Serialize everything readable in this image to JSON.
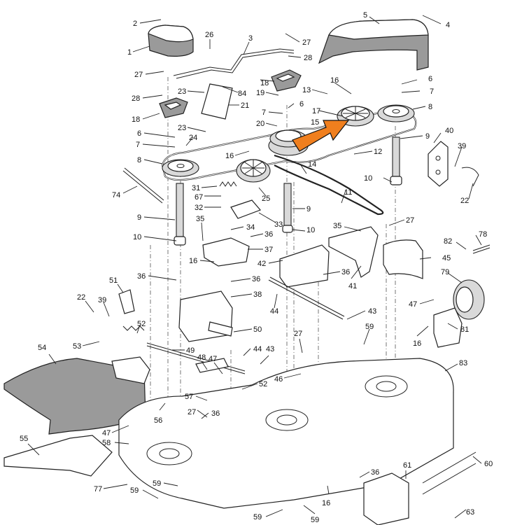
{
  "diagram": {
    "callouts": [
      {
        "id": "c2",
        "text": "2"
      },
      {
        "id": "c1",
        "text": "1"
      },
      {
        "id": "c26",
        "text": "26"
      },
      {
        "id": "c3",
        "text": "3"
      },
      {
        "id": "c27a",
        "text": "27"
      },
      {
        "id": "c28a",
        "text": "28"
      },
      {
        "id": "c5",
        "text": "5"
      },
      {
        "id": "c4",
        "text": "4"
      },
      {
        "id": "c27b",
        "text": "27"
      },
      {
        "id": "c28b",
        "text": "28"
      },
      {
        "id": "c18a",
        "text": "18"
      },
      {
        "id": "c23a",
        "text": "23"
      },
      {
        "id": "c84",
        "text": "84"
      },
      {
        "id": "c21",
        "text": "21"
      },
      {
        "id": "c18b",
        "text": "18"
      },
      {
        "id": "c19",
        "text": "19"
      },
      {
        "id": "c13",
        "text": "13"
      },
      {
        "id": "c16a",
        "text": "16"
      },
      {
        "id": "c6a",
        "text": "6"
      },
      {
        "id": "c7a",
        "text": "7"
      },
      {
        "id": "c8a",
        "text": "8"
      },
      {
        "id": "c17",
        "text": "17"
      },
      {
        "id": "c15",
        "text": "15"
      },
      {
        "id": "c7b",
        "text": "7"
      },
      {
        "id": "c6b",
        "text": "6"
      },
      {
        "id": "c20",
        "text": "20"
      },
      {
        "id": "c23b",
        "text": "23"
      },
      {
        "id": "c6c",
        "text": "6"
      },
      {
        "id": "c24",
        "text": "24"
      },
      {
        "id": "c7c",
        "text": "7"
      },
      {
        "id": "c9a",
        "text": "9"
      },
      {
        "id": "c40",
        "text": "40"
      },
      {
        "id": "c39a",
        "text": "39"
      },
      {
        "id": "c8b",
        "text": "8"
      },
      {
        "id": "c16b",
        "text": "16"
      },
      {
        "id": "c12",
        "text": "12"
      },
      {
        "id": "c14",
        "text": "14"
      },
      {
        "id": "c10a",
        "text": "10"
      },
      {
        "id": "c74",
        "text": "74"
      },
      {
        "id": "c31",
        "text": "31"
      },
      {
        "id": "c67",
        "text": "67"
      },
      {
        "id": "c25",
        "text": "25"
      },
      {
        "id": "c11",
        "text": "11"
      },
      {
        "id": "c22a",
        "text": "22"
      },
      {
        "id": "c32",
        "text": "32"
      },
      {
        "id": "c9b",
        "text": "9"
      },
      {
        "id": "c9c",
        "text": "9"
      },
      {
        "id": "c35a",
        "text": "35"
      },
      {
        "id": "c33",
        "text": "33"
      },
      {
        "id": "c34",
        "text": "34"
      },
      {
        "id": "c36a",
        "text": "36"
      },
      {
        "id": "c27c",
        "text": "27"
      },
      {
        "id": "c35b",
        "text": "35"
      },
      {
        "id": "c10b",
        "text": "10"
      },
      {
        "id": "c10c",
        "text": "10"
      },
      {
        "id": "c78",
        "text": "78"
      },
      {
        "id": "c82",
        "text": "82"
      },
      {
        "id": "c37",
        "text": "37"
      },
      {
        "id": "c16c",
        "text": "16"
      },
      {
        "id": "c42",
        "text": "42"
      },
      {
        "id": "c45",
        "text": "45"
      },
      {
        "id": "c36b",
        "text": "36"
      },
      {
        "id": "c36c",
        "text": "36"
      },
      {
        "id": "c41",
        "text": "41"
      },
      {
        "id": "c79",
        "text": "79"
      },
      {
        "id": "c51",
        "text": "51"
      },
      {
        "id": "c36d",
        "text": "36"
      },
      {
        "id": "c38",
        "text": "38"
      },
      {
        "id": "c22b",
        "text": "22"
      },
      {
        "id": "c39b",
        "text": "39"
      },
      {
        "id": "c44a",
        "text": "44"
      },
      {
        "id": "c43a",
        "text": "43"
      },
      {
        "id": "c47a",
        "text": "47"
      },
      {
        "id": "c52a",
        "text": "52"
      },
      {
        "id": "c59a",
        "text": "59"
      },
      {
        "id": "c81",
        "text": "81"
      },
      {
        "id": "c50",
        "text": "50"
      },
      {
        "id": "c27d",
        "text": "27"
      },
      {
        "id": "c16d",
        "text": "16"
      },
      {
        "id": "c53",
        "text": "53"
      },
      {
        "id": "c49",
        "text": "49"
      },
      {
        "id": "c44b",
        "text": "44"
      },
      {
        "id": "c43b",
        "text": "43"
      },
      {
        "id": "c54",
        "text": "54"
      },
      {
        "id": "c48",
        "text": "48"
      },
      {
        "id": "c47b",
        "text": "47"
      },
      {
        "id": "c83",
        "text": "83"
      },
      {
        "id": "c46",
        "text": "46"
      },
      {
        "id": "c52b",
        "text": "52"
      },
      {
        "id": "c57",
        "text": "57"
      },
      {
        "id": "c27e",
        "text": "27"
      },
      {
        "id": "c36e",
        "text": "36"
      },
      {
        "id": "c56",
        "text": "56"
      },
      {
        "id": "c47c",
        "text": "47"
      },
      {
        "id": "c58",
        "text": "58"
      },
      {
        "id": "c55",
        "text": "55"
      },
      {
        "id": "c60",
        "text": "60"
      },
      {
        "id": "c61",
        "text": "61"
      },
      {
        "id": "c36f",
        "text": "36"
      },
      {
        "id": "c77",
        "text": "77"
      },
      {
        "id": "c59b",
        "text": "59"
      },
      {
        "id": "c59c",
        "text": "59"
      },
      {
        "id": "c16e",
        "text": "16"
      },
      {
        "id": "c59d",
        "text": "59"
      },
      {
        "id": "c59e",
        "text": "59"
      },
      {
        "id": "c63",
        "text": "63"
      }
    ],
    "highlight_arrow_color": "#f07f1e",
    "line_color": "#222222",
    "shading_color": "#9a9a9a"
  }
}
